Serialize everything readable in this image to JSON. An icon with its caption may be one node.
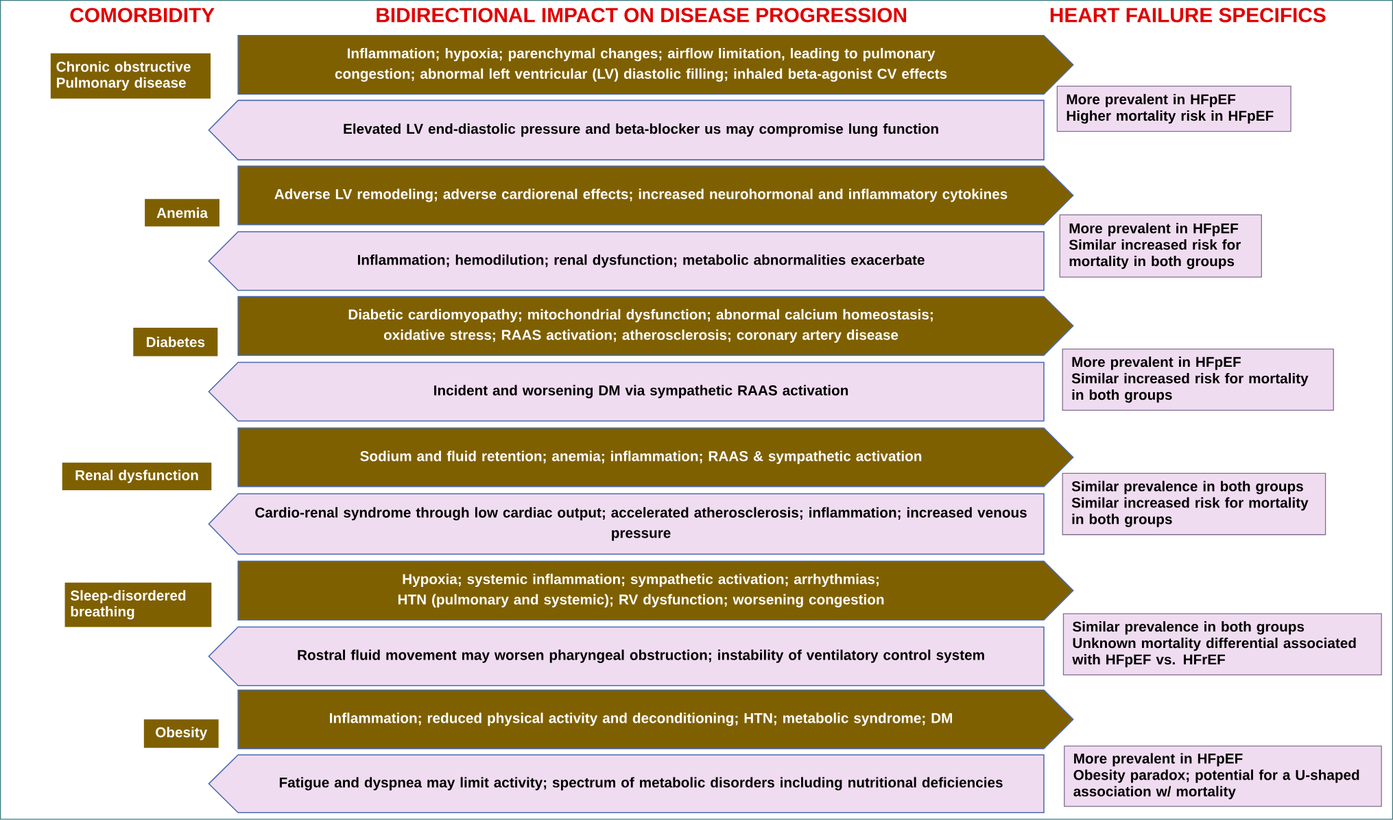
{
  "diagram": {
    "nodes": [
      {
        "text": [
          "Chronic obstructive Pulmonary disease"
        ]
      },
      {
        "text": [
          "Inflammation; hypoxia; parenchymal changes; airflow limitation, leading to pulmonary congestion; abnormal left ventricular (LV) diastolic filling; inhaled beta-agonist CV effects"
        ]
      },
      {
        "text": [
          "Elevated LV end-diastolic pressure and beta-blocker us may compromise lung function"
        ]
      },
      {
        "text": [
          "More prevalent in HFpEF",
          "Higher mortality risk in HFpEF"
        ]
      },
      {
        "text": [
          "Anemia"
        ]
      },
      {
        "text": [
          "Adverse LV remodeling; adverse cardiorenal effects; increased neurohormonal and inflammatory cytokines"
        ]
      },
      {
        "text": [
          "Inflammation; hemodilution; renal dysfunction; metabolic abnormalities exacerbate"
        ]
      },
      {
        "text": [
          "More prevalent in HFpEF",
          "Similar increased risk for mortality in both groups"
        ]
      },
      {
        "text": [
          "Diabetes"
        ]
      },
      {
        "text": [
          "Diabetic cardiomyopathy; mitochondrial dysfunction; abnormal calcium homeostasis; oxidative stress; RAAS activation; atherosclerosis; coronary artery disease"
        ]
      },
      {
        "text": [
          "Incident and worsening DM via sympathetic RAAS activation"
        ]
      },
      {
        "text": [
          "More prevalent in HFpEF",
          "Similar increased risk for mortality in both groups"
        ]
      },
      {
        "text": [
          "Renal dysfunction"
        ]
      },
      {
        "text": [
          "Sodium and fluid retention; anemia; inflammation; RAAS & sympathetic activation"
        ]
      },
      {
        "text": [
          "Cardio-renal syndrome through low cardiac output; accelerated atherosclerosis; inflammation; increased venous pressure"
        ]
      },
      {
        "text": [
          "Similar prevalence in both groups",
          "Similar increased risk for mortality in both groups"
        ]
      },
      {
        "text": [
          "Sleep-disordered breathing"
        ]
      },
      {
        "text": [
          "Hypoxia; systemic inflammation; sympathetic activation; arrhythmias; HTN (pulmonary and systemic); RV dysfunction; worsening congestion"
        ]
      },
      {
        "text": [
          "Rostral fluid movement may worsen pharyngeal obstruction; instability of ventilatory control system"
        ]
      },
      {
        "text": [
          "Similar prevalence in both groups",
          "Unknown mortality differential associated with HFpEF vs. HFrEF"
        ]
      },
      {
        "text": [
          "Obesity"
        ]
      },
      {
        "text": [
          "Inflammation; reduced physical activity and deconditioning; HTN; metabolic syndrome; DM"
        ]
      },
      {
        "text": [
          "Fatigue and dyspnea may limit activity; spectrum of metabolic disorders including nutritional deficiencies"
        ]
      },
      {
        "text": [
          "More prevalent in HFpEF",
          "Obesity paradox; potential for a U-shaped association w/ mortality"
        ]
      }
    ],
    "labels": [
      "COMORBIDITY",
      "BIDIRECTIONAL IMPACT ON DISEASE PROGRESSION",
      "HEART FAILURE SPECIFICS"
    ]
  }
}
